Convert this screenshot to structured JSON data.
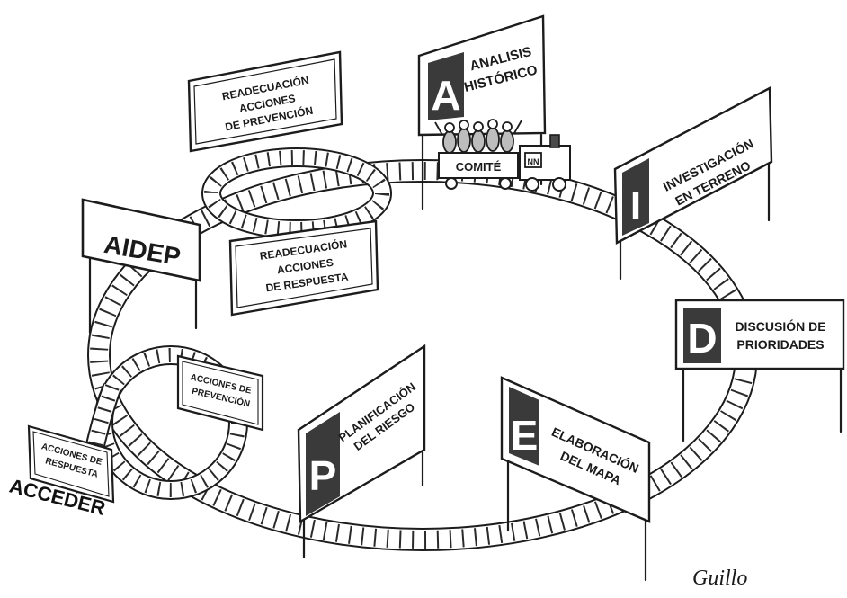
{
  "signs": {
    "a": {
      "letter": "A",
      "line1": "ANALISIS",
      "line2": "HISTÓRICO"
    },
    "i": {
      "letter": "I",
      "line1": "INVESTIGACIÓN",
      "line2": "EN TERRENO"
    },
    "d": {
      "letter": "D",
      "line1": "DISCUSIÓN DE",
      "line2": "PRIORIDADES"
    },
    "e": {
      "letter": "E",
      "line1": "ELABORACIÓN",
      "line2": "DEL MAPA"
    },
    "p": {
      "letter": "P",
      "line1": "PLANIFICACIÓN",
      "line2": "DEL RIESGO"
    },
    "aidep": {
      "title": "AIDEP"
    },
    "readec_prevencion": {
      "line1": "READECUACIÓN",
      "line2": "ACCIONES",
      "line3": "DE PREVENCIÓN"
    },
    "readec_respuesta": {
      "line1": "READECUACIÓN",
      "line2": "ACCIONES",
      "line3": "DE RESPUESTA"
    },
    "acciones_prevencion": {
      "line1": "ACCIONES DE",
      "line2": "PREVENCIÓN"
    },
    "acciones_respuesta": {
      "line1": "ACCIONES DE",
      "line2": "RESPUESTA"
    }
  },
  "train": {
    "wagon_label": "COMITÉ",
    "engine_label": "NN"
  },
  "acceder_label": "ACCEDER",
  "signature": "Guillo",
  "colors": {
    "ink": "#1c1c1c",
    "letter_panel": "#3a3a3a",
    "sign_bg": "#ffffff",
    "paper": "#ffffff"
  }
}
